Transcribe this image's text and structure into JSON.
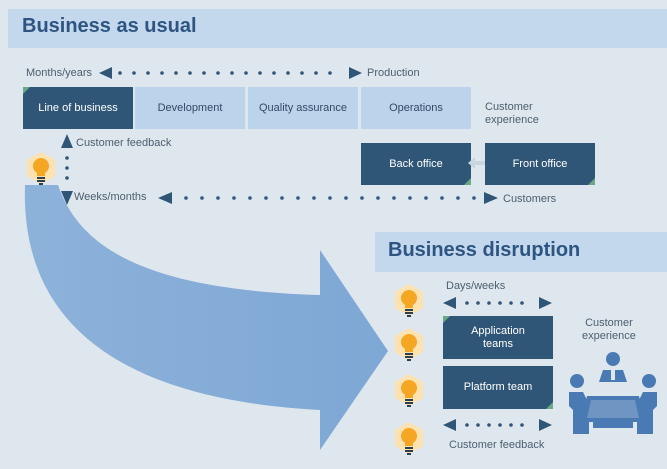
{
  "business_as_usual": {
    "title": "Business as usual",
    "cycle_left": "Months/years",
    "cycle_right": "Production",
    "stages": [
      "Line of business",
      "Development",
      "Quality assurance",
      "Operations"
    ],
    "customer_experience": "Customer\nexperience",
    "customer_feedback": "Customer feedback",
    "back_office": "Back office",
    "front_office": "Front office",
    "weeks_months": "Weeks/months",
    "customers": "Customers"
  },
  "business_disruption": {
    "title": "Business disruption",
    "days_weeks": "Days/weeks",
    "application_teams": "Application\nteams",
    "platform_team": "Platform team",
    "customer_feedback": "Customer feedback",
    "customer_experience": "Customer\nexperience"
  },
  "icons": [
    "lightbulb-icon",
    "meeting-table-icon",
    "arrow-icon"
  ],
  "colors": {
    "background": "#dfe7ee",
    "banner": "#c3d7ed",
    "title": "#2e5582",
    "dark_box": "#2f5677",
    "light_box": "#bcd3ec",
    "big_arrow": "#86add8",
    "bulb": "#f5a623",
    "accent_corner": "#6aa884"
  }
}
